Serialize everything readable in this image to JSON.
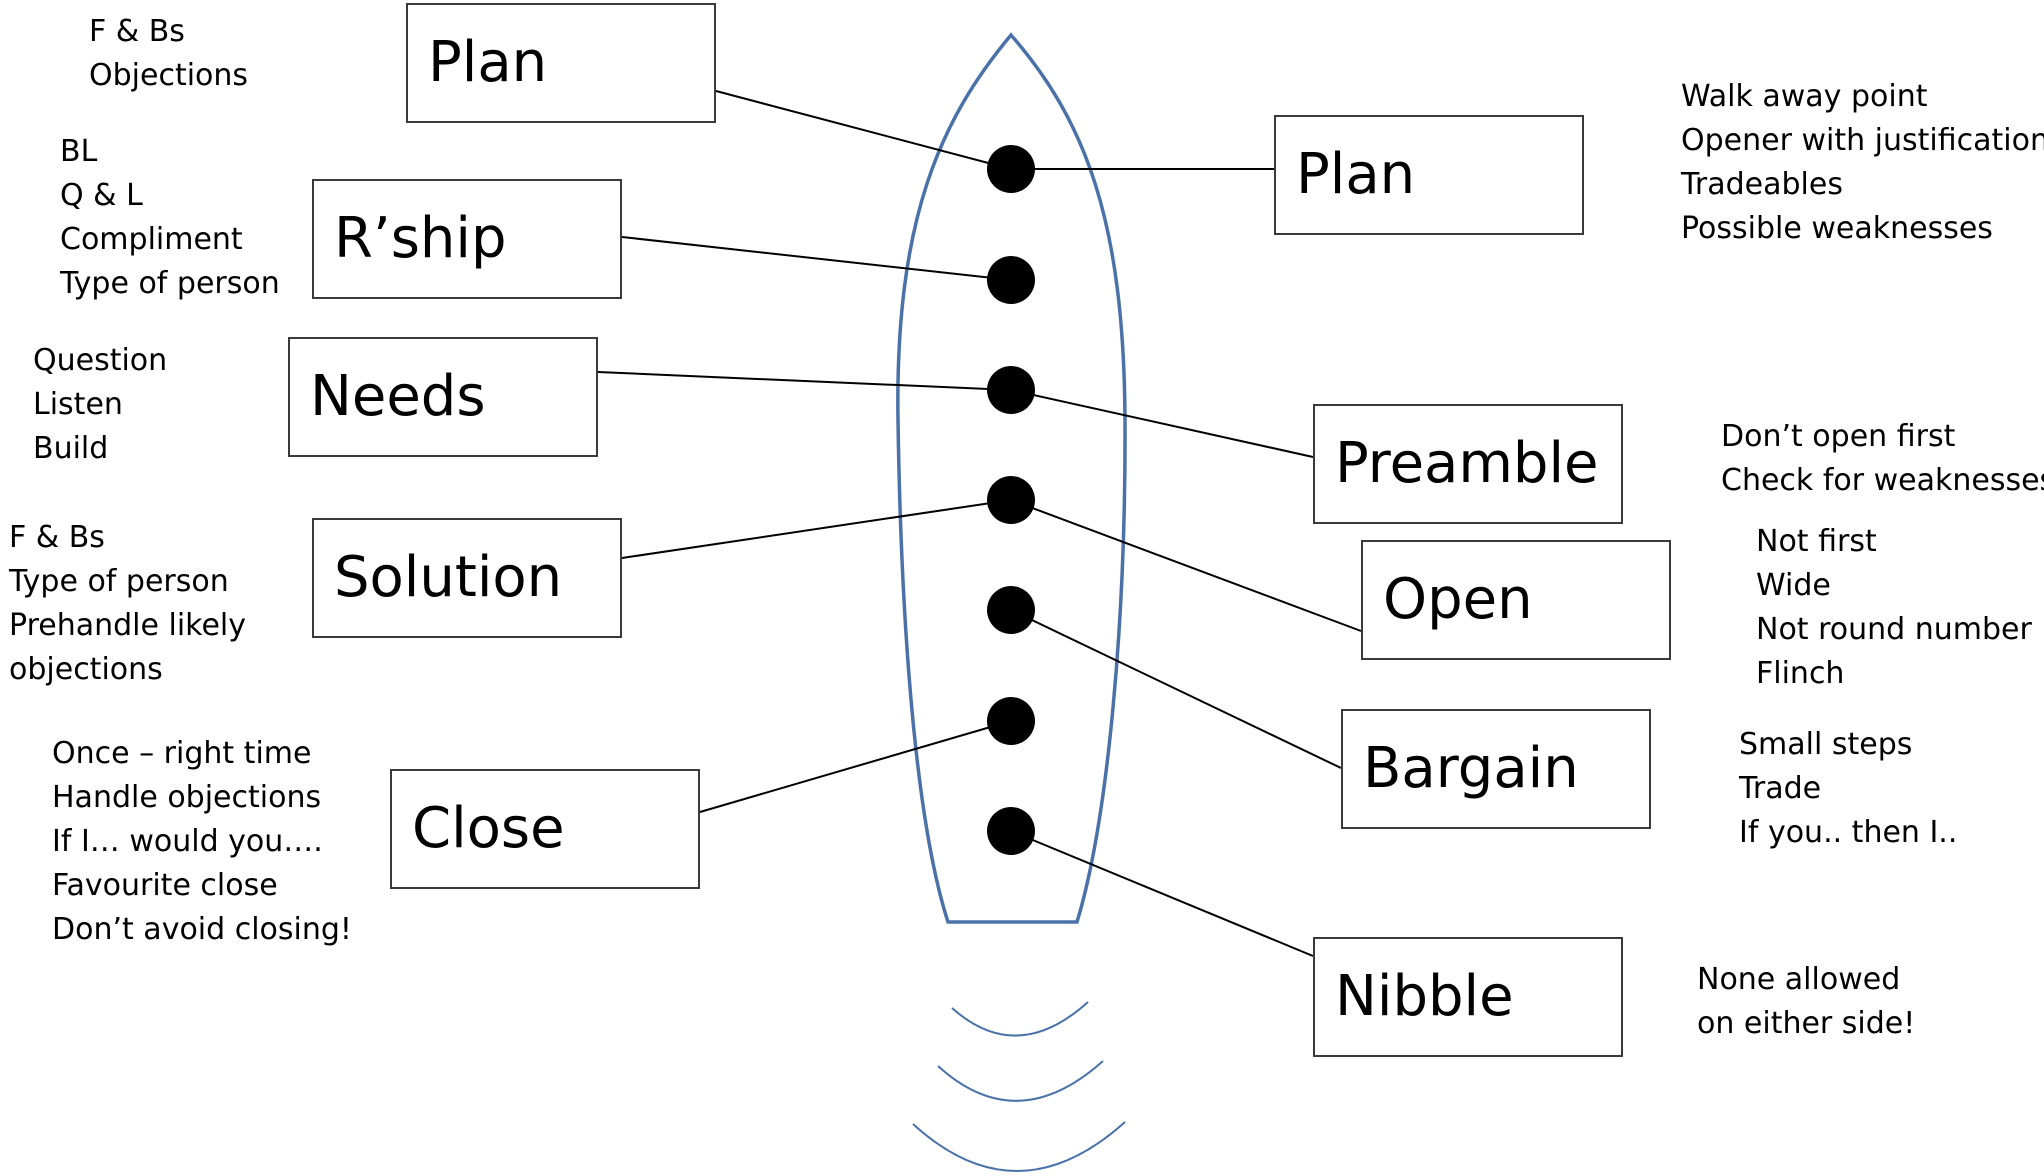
{
  "colors": {
    "hull": "#4a72a8",
    "line": "#000000",
    "dot": "#000000",
    "wake": "#4a72a8",
    "box_border": "#3a3a3a"
  },
  "left_steps": [
    {
      "label": "Plan",
      "notes": [
        "F & Bs",
        "Objections"
      ]
    },
    {
      "label": "R’ship",
      "notes": [
        "BL",
        "Q & L",
        "Compliment",
        "Type of person"
      ]
    },
    {
      "label": "Needs",
      "notes": [
        "Question",
        "Listen",
        "Build"
      ]
    },
    {
      "label": "Solution",
      "notes": [
        "F & Bs",
        "Type of person",
        "Prehandle likely",
        "objections"
      ]
    },
    {
      "label": "Close",
      "notes": [
        "Once – right time",
        "Handle objections",
        "If I…  would  you….",
        "Favourite close",
        "Don’t avoid closing!"
      ]
    }
  ],
  "right_steps": [
    {
      "label": "Plan",
      "notes": [
        "Walk away point",
        "Opener with justification",
        "Tradeables",
        "Possible weaknesses"
      ]
    },
    {
      "label": "Preamble",
      "notes": [
        "Don’t open first",
        "Check for weaknesses"
      ]
    },
    {
      "label": "Open",
      "notes": [
        "Not first",
        "Wide",
        "Not round number",
        "Flinch"
      ]
    },
    {
      "label": "Bargain",
      "notes": [
        "Small steps",
        "Trade",
        "If you.. then I.."
      ]
    },
    {
      "label": "Nibble",
      "notes": [
        "None allowed",
        "on either side!"
      ]
    }
  ]
}
